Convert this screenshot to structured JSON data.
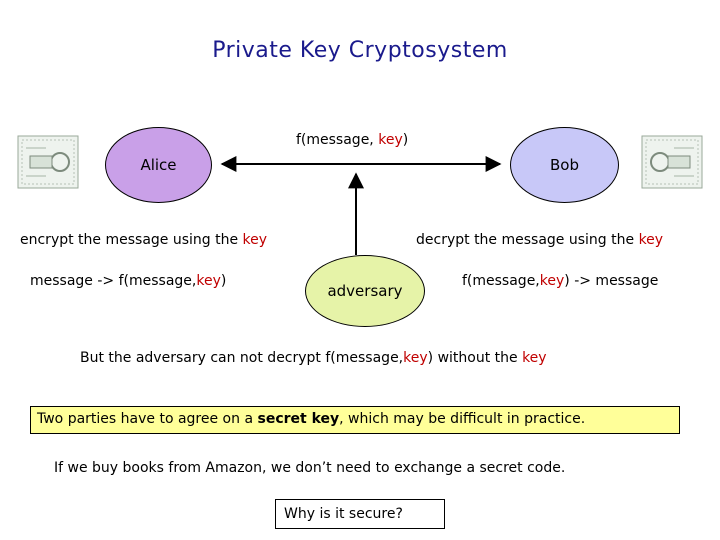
{
  "title": "Private Key Cryptosystem",
  "nodes": {
    "alice": "Alice",
    "bob": "Bob",
    "adversary": "adversary"
  },
  "channel_label": {
    "prefix": "f(message, ",
    "key": "key",
    "suffix": ")"
  },
  "alice_side": {
    "action_prefix": "encrypt the message using the ",
    "action_key": "key",
    "formula_prefix": "message -> f(message,",
    "formula_key": "key",
    "formula_suffix": ")"
  },
  "bob_side": {
    "action_prefix": "decrypt the message using the ",
    "action_key": "key",
    "formula_prefix": "f(message,",
    "formula_key": "key",
    "formula_suffix": ") -> message"
  },
  "adversary_note": {
    "p1": "But the adversary can not decrypt f(message,",
    "k1": "key",
    "p2": ") without the ",
    "k2": "key"
  },
  "agreement_note": {
    "p1": "Two parties have to agree on a ",
    "bold": "secret key",
    "p2": ", which may be difficult in practice."
  },
  "amazon_note": "If we buy books from Amazon, we don’t need to exchange a secret code.",
  "question": "Why is it secure?",
  "colors": {
    "title": "#1a1a8c",
    "key_highlight": "#c00000",
    "alice_fill": "#c9a0e8",
    "bob_fill": "#c8c8f8",
    "adversary_fill": "#e6f3a8",
    "note_fill": "#ffff99"
  },
  "icons": {
    "left_decoration": "lock-icon",
    "right_decoration": "lock-icon"
  }
}
